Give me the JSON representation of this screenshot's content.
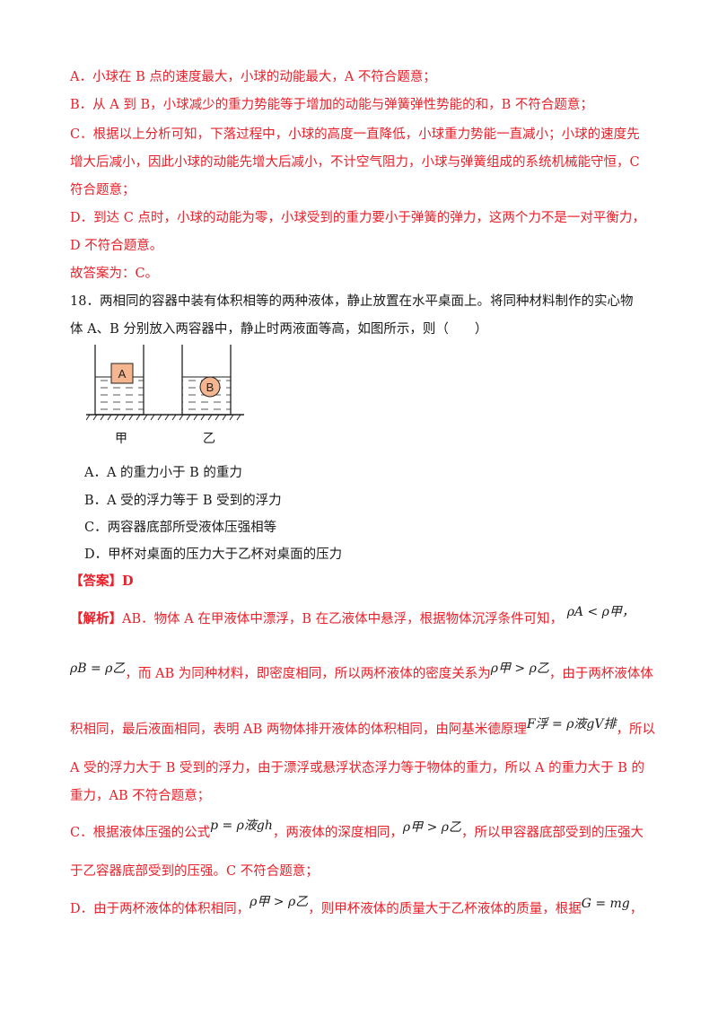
{
  "prev_solution": {
    "A": "A．小球在 B 点的速度最大，小球的动能最大，A 不符合题意；",
    "B": "B．从 A 到 B，小球减少的重力势能等于增加的动能与弹簧弹性势能的和，B 不符合题意；",
    "C_1": "C．根据以上分析可知，下落过程中，小球的高度一直降低，小球重力势能一直减小；小球的速度先",
    "C_2": "增大后减小，因此小球的动能先增大后减小，不计空气阻力，小球与弹簧组成的系统机械能守恒，C",
    "C_3": "符合题意；",
    "D_1": "D．到达 C 点时，小球的动能为零，小球受到的重力要小于弹簧的弹力，这两个力不是一对平衡力，",
    "D_2": "D 不符合题意。",
    "answer": "故答案为：C。"
  },
  "question": {
    "stem_1": "18．两相同的容器中装有体积相等的两种液体，静止放置在水平桌面上。将同种材料制作的实心物",
    "stem_2": "体 A、B 分别放入两容器中，静止时两液面等高，如图所示，则（　　）",
    "figure": {
      "left_block": "A",
      "right_ball": "B",
      "left_caption": "甲",
      "right_caption": "乙"
    },
    "options": {
      "A": "A．A 的重力小于 B 的重力",
      "B": "B．A 受的浮力等于 B 受到的浮力",
      "C": "C．两容器底部所受液体压强相等",
      "D": "D．甲杯对桌面的压力大于乙杯对桌面的压力"
    }
  },
  "answer_label": "【答案】D",
  "analysis": {
    "l1_head": "【解析】",
    "l1_text": "AB．物体 A 在甲液体中漂浮，B 在乙液体中悬浮，根据物体沉浮条件可知，",
    "l1_math": "ρA < ρ甲，",
    "l2_math": "ρB = ρ乙",
    "l2_text1": "，而 AB 为同种材料，即密度相同，所以两杯液体的密度关系为",
    "l2_math2": "ρ甲 > ρ乙",
    "l2_text2": "，由于两杯液体体",
    "l3_text1": "积相同，最后液面相同，表明 AB 两物体排开液体的体积相同，由阿基米德原理",
    "l3_math": "F浮 = ρ液gV排",
    "l3_text2": "，所以",
    "l4": "A 受的浮力大于 B 受到的浮力，由于漂浮或悬浮状态浮力等于物体的重力，所以 A 的重力大于 B 的",
    "l5": "重力，AB 不符合题意；",
    "l6_text1": "C．根据液体压强的公式",
    "l6_math": "p = ρ液gh",
    "l6_text2": "，两液体的深度相同，",
    "l6_math2": "ρ甲 > ρ乙",
    "l6_text3": "，所以甲容器底部受到的压强大",
    "l7": "于乙容器底部受到的压强。C 不符合题意；",
    "l8_text1": "D．由于两杯液体的体积相同，",
    "l8_math": "ρ甲 > ρ乙",
    "l8_text2": "，则甲杯液体的质量大于乙杯液体的质量，根据",
    "l8_math2": "G = mg",
    "l8_text3": "，"
  }
}
